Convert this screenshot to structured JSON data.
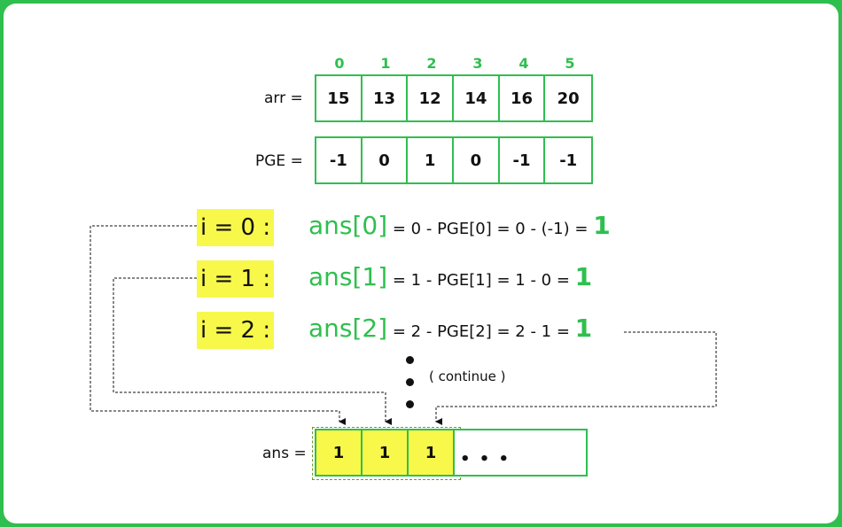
{
  "indices": [
    "0",
    "1",
    "2",
    "3",
    "4",
    "5"
  ],
  "arr": {
    "label": "arr =",
    "values": [
      "15",
      "13",
      "12",
      "14",
      "16",
      "20"
    ]
  },
  "pge": {
    "label": "PGE =",
    "values": [
      "-1",
      "0",
      "1",
      "0",
      "-1",
      "-1"
    ]
  },
  "steps": [
    {
      "i_label": "i = 0 :",
      "ans_term": "ans[0]",
      "expr": " = 0 - PGE[0] = 0 - (-1) = ",
      "result": "1"
    },
    {
      "i_label": "i = 1 :",
      "ans_term": "ans[1]",
      "expr": " = 1 - PGE[1] = 1 - 0 = ",
      "result": "1"
    },
    {
      "i_label": "i = 2 :",
      "ans_term": "ans[2]",
      "expr": " = 2 - PGE[2] = 2 - 1 = ",
      "result": "1"
    }
  ],
  "continue_label": "( continue )",
  "ans": {
    "label": "ans =",
    "values": [
      "1",
      "1",
      "1"
    ],
    "ellipsis": "• • •"
  },
  "colors": {
    "accent": "#2fbf4f",
    "highlight": "#f7f84a"
  }
}
